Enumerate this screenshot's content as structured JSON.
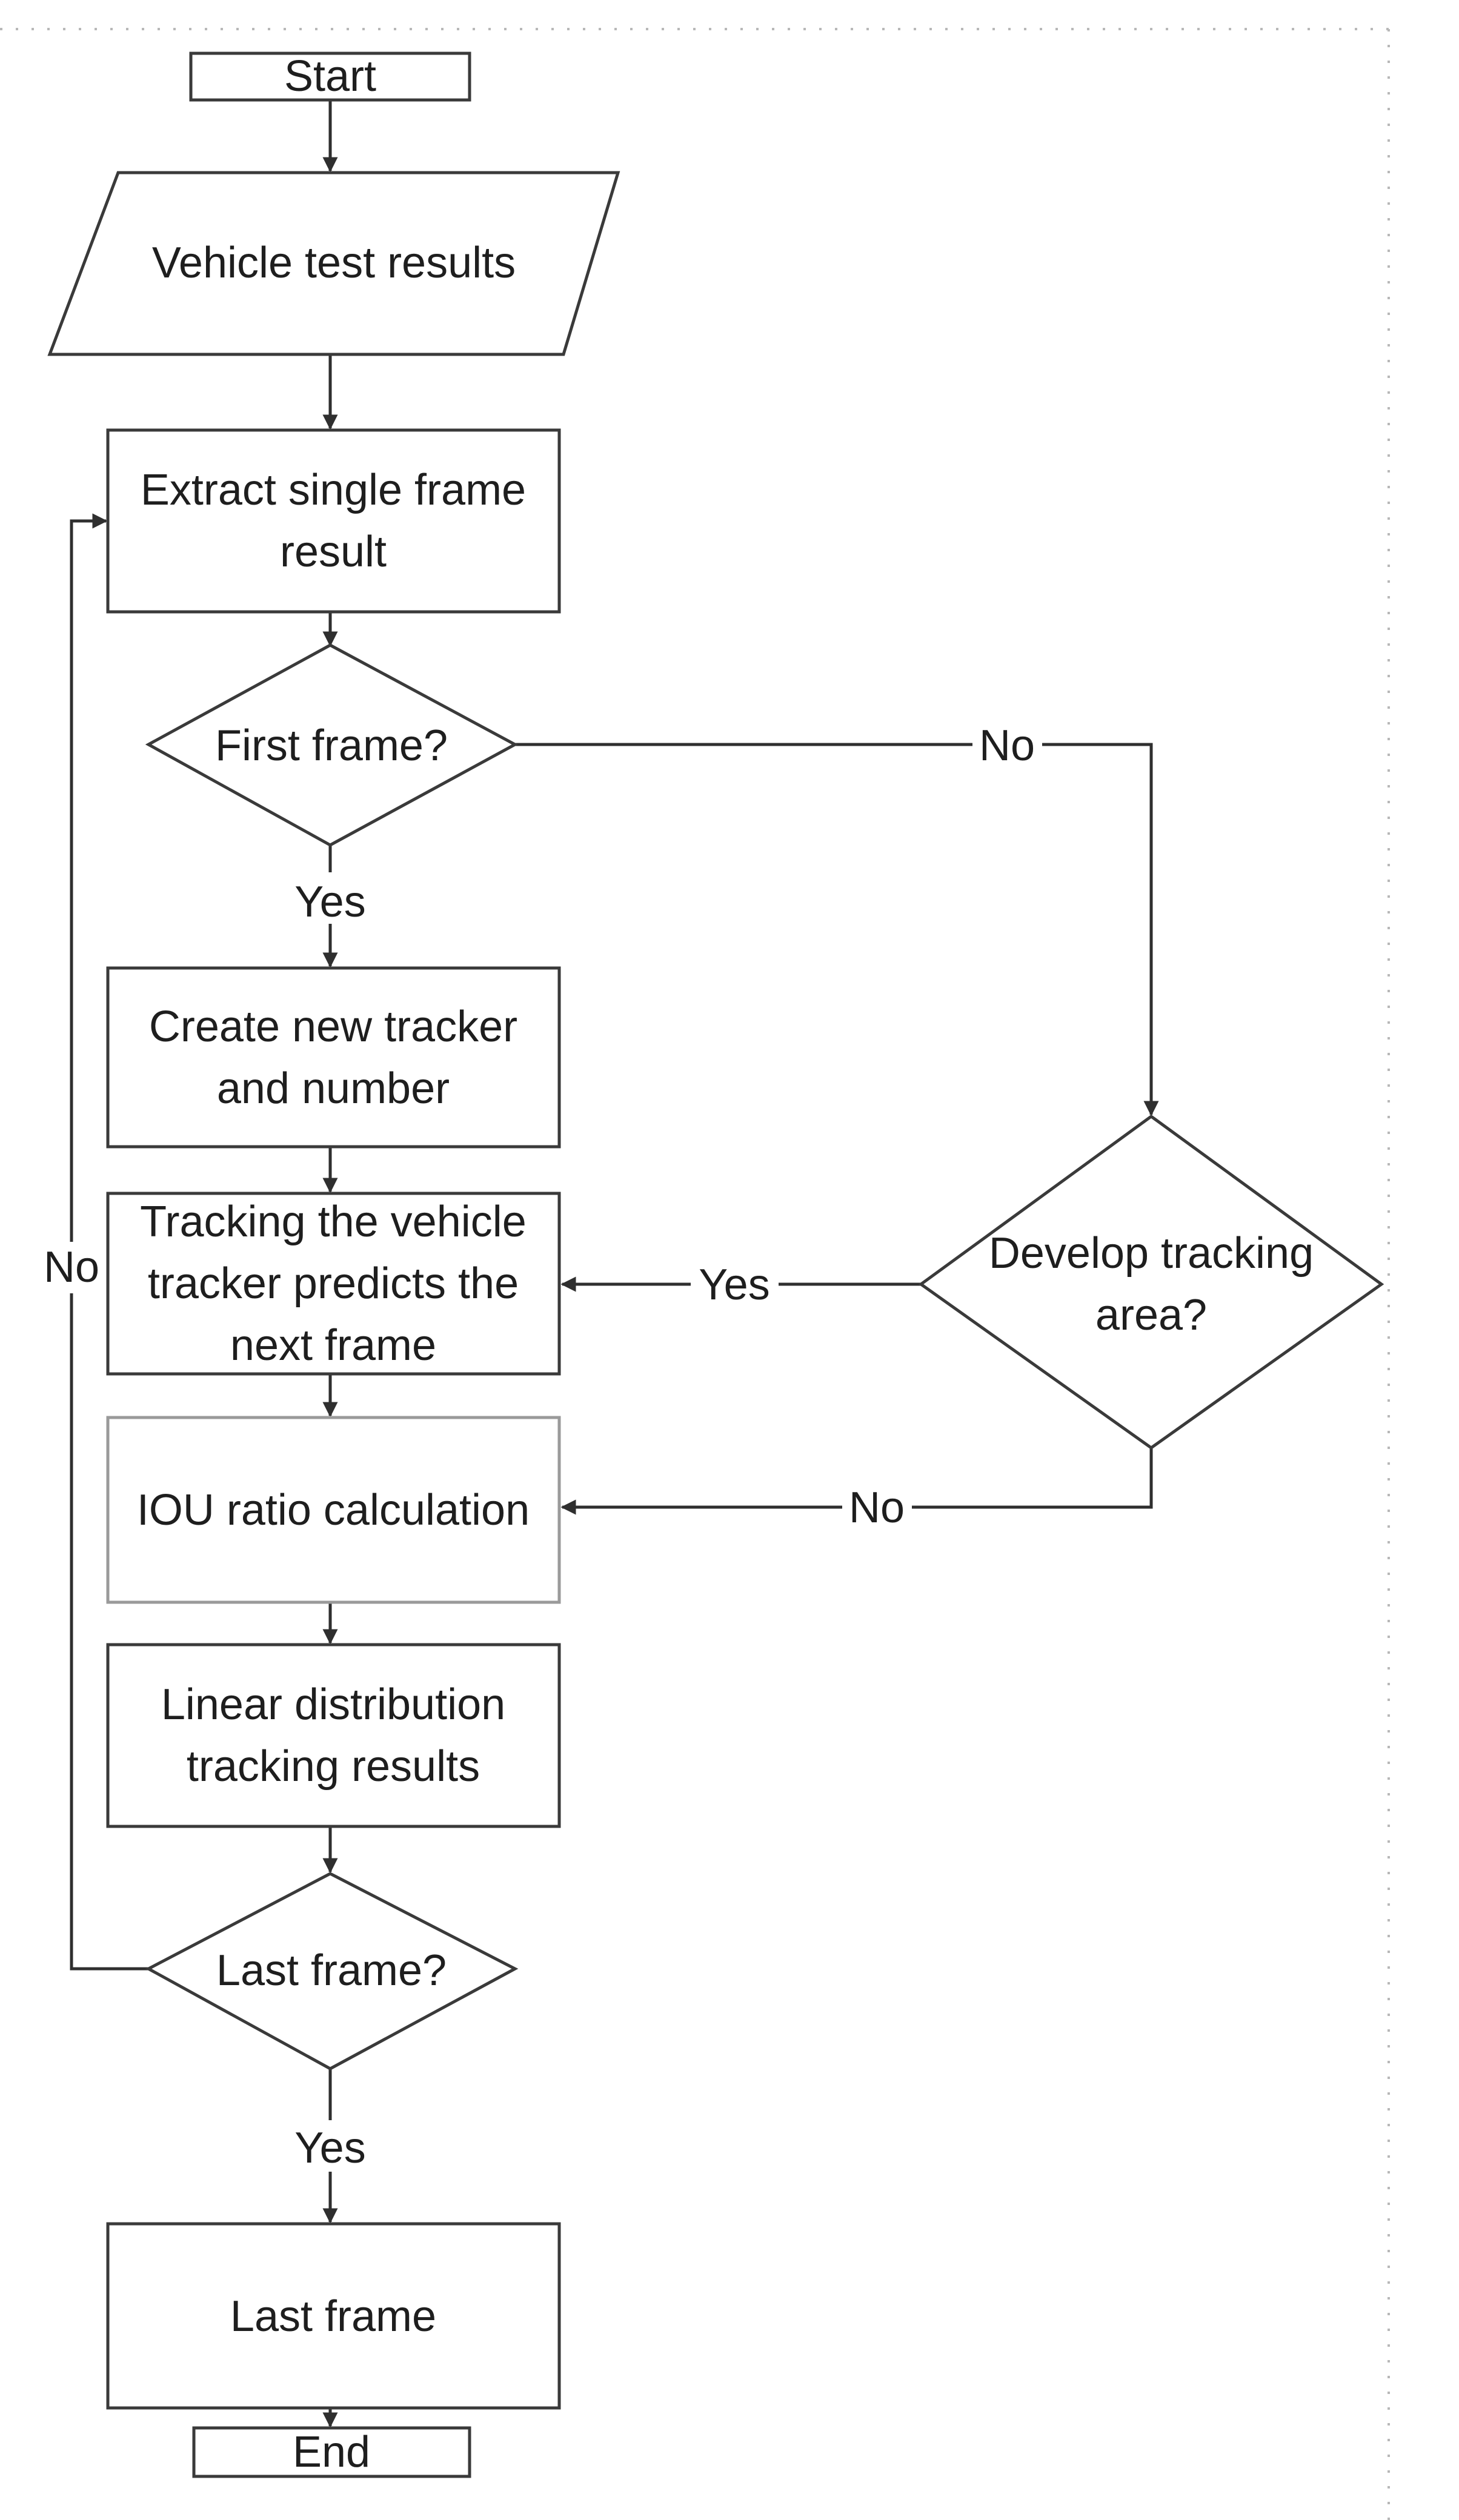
{
  "nodes": {
    "start": "Start",
    "vehicle_test_results": "Vehicle test results",
    "extract_single_frame": "Extract single frame result",
    "first_frame": "First frame?",
    "create_tracker": "Create new tracker and number",
    "develop_tracking": "Develop tracking area?",
    "tracking_vehicle": "Tracking the vehicle tracker predicts the next frame",
    "iou_ratio": "IOU ratio calculation",
    "linear_distribution": "Linear distribution tracking results",
    "last_frame_decision": "Last frame?",
    "last_frame_box": "Last frame",
    "end": "End"
  },
  "edges": {
    "first_frame_no": "No",
    "first_frame_yes": "Yes",
    "develop_yes": "Yes",
    "develop_no": "No",
    "last_frame_no": "No",
    "last_frame_yes": "Yes"
  },
  "colors": {
    "stroke": "#3a3a3a",
    "text": "#1e1e1e"
  }
}
